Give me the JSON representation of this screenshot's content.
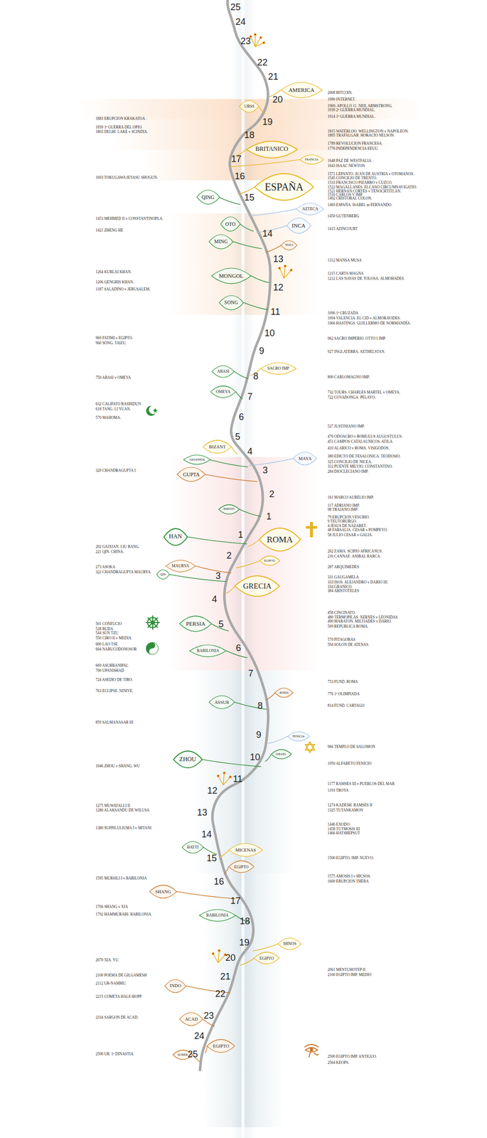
{
  "diagram": {
    "nodes": [
      {
        "text": [
          "URSS"
        ]
      },
      {
        "text": [
          "AMERICA"
        ]
      },
      {
        "text": [
          "BRITANICO"
        ]
      },
      {
        "text": [
          "FRANCIA"
        ]
      },
      {
        "text": [
          "ESPAÑA"
        ]
      },
      {
        "text": [
          "AZTECA"
        ]
      },
      {
        "text": [
          "QING"
        ]
      },
      {
        "text": [
          "OTO"
        ]
      },
      {
        "text": [
          "INCA"
        ]
      },
      {
        "text": [
          "MING"
        ]
      },
      {
        "text": [
          "MALI"
        ]
      },
      {
        "text": [
          "MONGOL"
        ]
      },
      {
        "text": [
          "SONG"
        ]
      },
      {
        "text": [
          "SACRO IMP"
        ]
      },
      {
        "text": [
          "ABASI"
        ]
      },
      {
        "text": [
          "OMEYA"
        ]
      },
      {
        "text": [
          "BIZANT"
        ]
      },
      {
        "text": [
          "SASANIDA"
        ]
      },
      {
        "text": [
          "MAYA"
        ]
      },
      {
        "text": [
          "GUPTA"
        ]
      },
      {
        "text": [
          "PARTOS"
        ]
      },
      {
        "text": [
          "HAN"
        ]
      },
      {
        "text": [
          "ROMA"
        ]
      },
      {
        "text": [
          "EGIPTO"
        ]
      },
      {
        "text": [
          "MAURYA"
        ]
      },
      {
        "text": [
          "QIN"
        ]
      },
      {
        "text": [
          "GRECIA"
        ]
      },
      {
        "text": [
          "PERSIA"
        ]
      },
      {
        "text": [
          "BABILONIA"
        ]
      },
      {
        "text": [
          "ROMA"
        ]
      },
      {
        "text": [
          "ASSUR"
        ]
      },
      {
        "text": [
          "FENICIA"
        ]
      },
      {
        "text": [
          "ISRAEL"
        ]
      },
      {
        "text": [
          "ZHOU"
        ]
      },
      {
        "text": [
          "HATTI"
        ]
      },
      {
        "text": [
          "MICENAS"
        ]
      },
      {
        "text": [
          "EGIPTO"
        ]
      },
      {
        "text": [
          "SHANG"
        ]
      },
      {
        "text": [
          "BABILONIA"
        ]
      },
      {
        "text": [
          "MINOS"
        ]
      },
      {
        "text": [
          "EGIPTO"
        ]
      },
      {
        "text": [
          "INDO"
        ]
      },
      {
        "text": [
          "ACAD"
        ]
      },
      {
        "text": [
          "EGIPTO"
        ]
      },
      {
        "text": [
          "SUMER"
        ]
      }
    ],
    "labels": [
      "25",
      "24",
      "23",
      "22",
      "21",
      "20",
      "19",
      "18",
      "17",
      "16",
      "15",
      "14",
      "13",
      "12",
      "11",
      "10",
      "9",
      "8",
      "7",
      "6",
      "5",
      "4",
      "3",
      "2",
      "1",
      "1",
      "2",
      "3",
      "4",
      "5",
      "6",
      "7",
      "8",
      "9",
      "10",
      "11",
      "12",
      "13",
      "14",
      "15",
      "16",
      "17",
      "18",
      "19",
      "20",
      "21",
      "22",
      "23",
      "24",
      "25",
      "1883 ERUPCION KRAKATOA .",
      "1839 1ª GUERRA DEL OPIO.",
      "1803 DELHI. LAKE v SCINDIA.",
      "1603 TOKUGAWA IEYASU SHOGUN.",
      "1453 MEHMED II v CONSTANTINOPLA.",
      "1421 ZHENG HE",
      "1264 KUBLAI KHAN.",
      "1206 GENGHIS KHAN.",
      "1187 SALADINO v JERUSALEM.",
      "969 FATIMI v EGIPTO.",
      "960 SONG. TAIZU.",
      "750 ABASI v OMEYA",
      "632 CALIFATO RASHIDUN",
      "618 TANG. LI YUAN.",
      "570 MAHOMA.",
      "320 CHANDRAGUPTA I.",
      "202 GAIXIAN. LIU BANG.",
      "221 QIN. CHINA.",
      "273 ASOKA",
      "322 CHANDRAGUPTA MAURYA.",
      "501 CONFUCIO",
      "528 BUDA",
      "544 SUN TZU",
      "550 CIRO II v MEDIA.",
      "600 LAO TSE",
      "604 NABUCODONOSOR",
      "669 ASURBANIPAL",
      "700 UPANISHAD",
      "724 ASEDIO DE TIRO.",
      "763 ECLIPSE. NINIVE.",
      "859 SALMANASAR III",
      "1046 ZHOU v SHANG. WU",
      "1275 MUWATALLI II",
      "1280 ALAKSANDU DE WILUSA",
      "1380 ŠUPPILULIUMA I v MITANI",
      "1595 MURSILI I v BABILONIA",
      "1766 SHANG v XIA",
      "1792 HAMMURABI. BABILONIA.",
      "2070 XIA. YU.",
      "2100 POEMA DE GILGAMESH",
      "2112 UR-NAMMU.",
      "2215 COMETA HALE-BOPP.",
      "2334 SARGON DE ACAD.",
      "2500 UR. 1ª DINASTIA.",
      "2008 BITCOIN.",
      "1990 INTERNET.",
      "1969. APOLLO 11. NEIL ARMSTRONG.",
      "1939 2ª GUERRA MUNDIAL.",
      "1914 1ª GUERRA MUNDIAL.",
      "1815 WATERLOO. WELLINGTON v NAPOLEON.",
      "1805 TRAFALGAR. HORACIO NELSON.",
      "1789 REVOLUCION FRANCESA.",
      "1776 INDEPENDENCIA EEUU.",
      "1648 PAZ DE WESTFALIA.",
      "1643 ISAAC NEWTON",
      "1571 LEPANTO. JUAN DE AUSTRIA v OTOMANOS.",
      "1545 CONCILIO DE TRENTO.",
      "1533 FRANCISCO PIZARRO v CUZCO.",
      "1522 MAGALLANES, ELCANO CIRCUMNAVIGATIO.",
      "1521 HERNAN CORTES v TENOCHTITLAN.",
      "1516 CARLOS V IMP.",
      "1492 CRISTOBAL COLON.",
      "1469 ESPAÑA. ISABEL m FERNANDO.",
      "1450 GUTENBERG",
      "1415 AZINCOURT",
      "1312 MANSA MUSA",
      "1215 CARTA MAGNA",
      "1212 LAS NAVAS DE TOLOSA. ALMOHADES.",
      "1096 1ª CRUZADA",
      "1094 VALENCIA. EL CID v ALMORAVIDES.",
      "1066 HASTINGS. GUILLERMO DE NORMANDÍA.",
      "962 SACRO IMPERIO. OTTO I IMP.",
      "927 INGLATERRA. AETHELSTAN.",
      "800 CARLOMAGNO IMP.",
      "732 TOURS. CHARLES MARTEL v OMEYA.",
      "722 COVADONGA. PELAYO.",
      "527 JUSTINIANO IMP.",
      "476 ODOACRO v ROMULUS AUGUSTULUS.",
      "451 CAMPOS CATALAUNICOS. ATILA.",
      "410 ALARICO v ROMA. VISIGODOS.",
      "380 EDICTO DE TESALONICA. TEODOSIO.",
      "325 CONCILIO DE NICEA.",
      "312 PUENTE MILVIO. CONSTANTINO.",
      "284 DIOCLECIANO IMP.",
      "161 MARCO AURELIO IMP.",
      "117 ADRIANO IMP.",
      "98 TRAJANO IMP.",
      "79 ERUPCION VESUBIO.",
      "9 TEUTOBURGO.",
      "4 JESUS DE NAZARET.",
      "48 FARSALIA. CESAR v POMPEYO.",
      "58 JULIO CESAR v GALIA.",
      "202 ZAMA. SCIPIO AFRICANUS.",
      "216 CANNAE. ANIBAL BARCA.",
      "287 ARQUIMEDES",
      "331 GAUGAMELA.",
      "333 ISOS. ALEJANDRO v DARIO III.",
      "334 GRANICO.",
      "384 ARISTOTELES",
      "458 CINCINATO.",
      "480 TERMOPILAS. XERXES v LEONIDAS.",
      "490 MARATON. MILTIADES v DARIO.",
      "509 REPUBLICA ROMA.",
      "570 PITAGORAS",
      "594 SOLON DE ATENAS.",
      "753 FUND. ROMA",
      "776 1ª OLIMPIADA",
      "814 FUND. CARTAGO",
      "966 TEMPLO DE SALOMON",
      "1050 ALFABETO FENICIO",
      "1177 RAMSES III v PUEBLOS DEL MAR",
      "1193 TROYA",
      "1274 KADESH. RAMSES II",
      "1325 TUTANKAMON",
      "1446 EXODO",
      "1458 TUTMOSIS III",
      "1466 HATSHEPSUT",
      "1500 EGIPTO. IMP. NUEVO.",
      "1575 AMOSIS I v HICSOS.",
      "1600 ERUPCION THERA",
      "2061 MENTUHOTEP II.",
      "2100 EGIPTO IMP. MEDIO",
      "2500 EGIPTO IMP. ANTIGUO.",
      "2564 KEOPS."
    ]
  }
}
